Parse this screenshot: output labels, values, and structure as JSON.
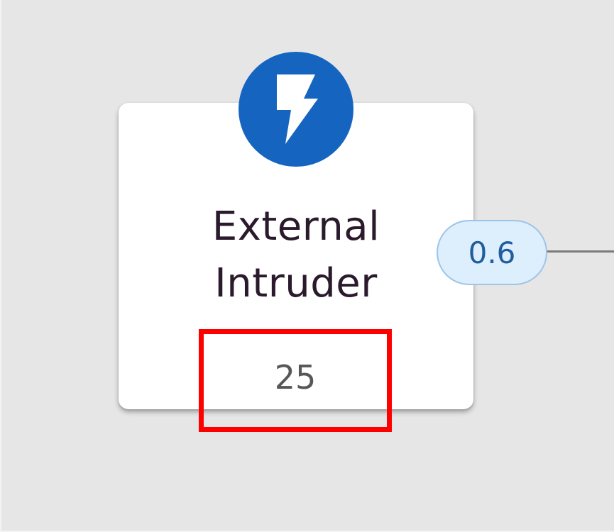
{
  "node": {
    "icon": "lightning-bolt-icon",
    "title_line1": "External",
    "title_line2": "Intruder",
    "value": "25"
  },
  "edge": {
    "weight": "0.6"
  },
  "colors": {
    "canvas_bg": "#e6e6e6",
    "card_bg": "#ffffff",
    "icon_bg": "#1565c0",
    "highlight": "#ff0000",
    "weight_bg": "#ddeefc",
    "weight_text": "#1f5d9c"
  }
}
